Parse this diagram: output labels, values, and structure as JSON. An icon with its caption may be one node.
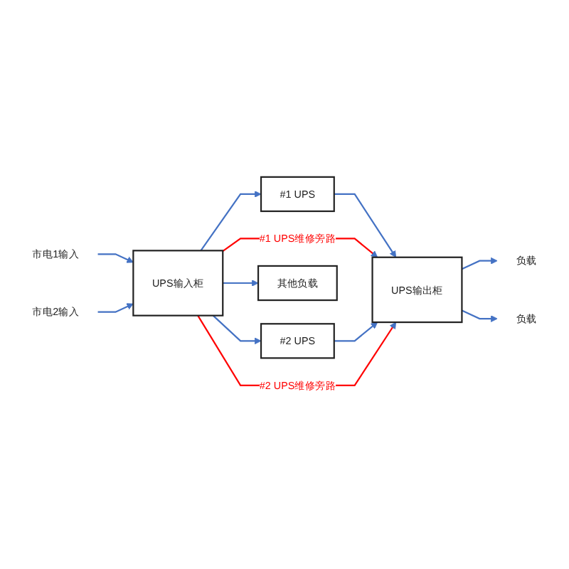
{
  "diagram": {
    "nodes": [
      {
        "text": [
          "市电1输入"
        ]
      },
      {
        "text": [
          "市电2输入"
        ]
      },
      {
        "text": [
          "UPS输入柜"
        ]
      },
      {
        "text": [
          "#1 UPS"
        ]
      },
      {
        "text": [
          "#2 UPS"
        ]
      },
      {
        "text": [
          "其他负载"
        ]
      },
      {
        "text": [
          "UPS输出柜"
        ]
      },
      {
        "text": [
          "负载"
        ]
      },
      {
        "text": [
          "负载"
        ]
      }
    ],
    "edges": [
      {
        "from": 0,
        "to": 2,
        "arrow": "to"
      },
      {
        "from": 1,
        "to": 2,
        "arrow": "to"
      },
      {
        "from": 2,
        "to": 3,
        "arrow": "to"
      },
      {
        "from": 3,
        "to": 6,
        "arrow": "to"
      },
      {
        "from": 2,
        "to": 6,
        "arrow": "to",
        "label": "#1 UPS维修旁路",
        "color": "#ff0000"
      },
      {
        "from": 2,
        "to": 4,
        "arrow": "to"
      },
      {
        "from": 4,
        "to": 6,
        "arrow": "to"
      },
      {
        "from": 2,
        "to": 6,
        "arrow": "to",
        "label": "#2 UPS维修旁路",
        "color": "#ff0000"
      },
      {
        "from": 2,
        "to": 5,
        "arrow": "to"
      },
      {
        "from": 6,
        "to": 7,
        "arrow": "to"
      },
      {
        "from": 6,
        "to": 8,
        "arrow": "to"
      }
    ]
  }
}
